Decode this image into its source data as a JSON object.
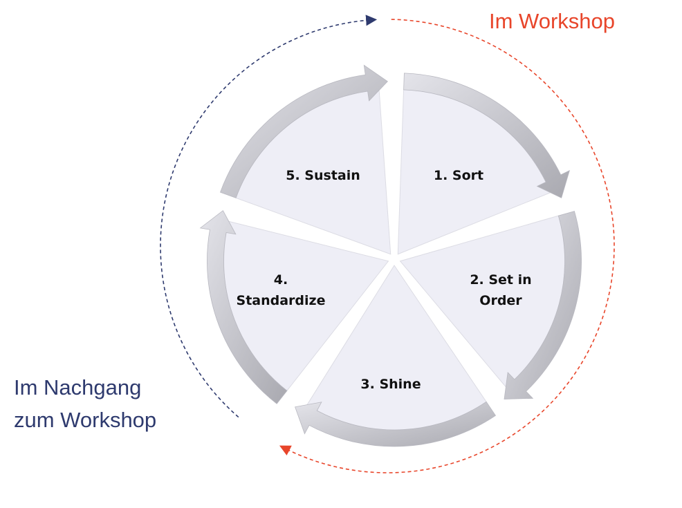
{
  "workshop_label": "Im Workshop",
  "followup_label": [
    "Im Nachgang",
    "zum Workshop"
  ],
  "colors": {
    "workshop": "#e8452a",
    "followup": "#2e3a6e",
    "wedge": "#eeeef6",
    "rim": "#c4c4cc"
  },
  "steps": [
    {
      "lines": [
        "1. Sort"
      ]
    },
    {
      "lines": [
        "2. Set in",
        "Order"
      ]
    },
    {
      "lines": [
        "3. Shine"
      ]
    },
    {
      "lines": [
        "4.",
        "Standardize"
      ]
    },
    {
      "lines": [
        "5. Sustain"
      ]
    }
  ]
}
